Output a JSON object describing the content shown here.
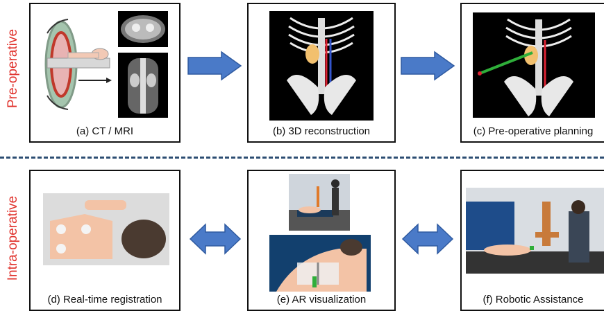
{
  "rows": {
    "pre_label": "Pre-operative",
    "intra_label": "Intra-operative"
  },
  "panels": {
    "a": {
      "caption": "(a) CT / MRI"
    },
    "b": {
      "caption": "(b) 3D reconstruction"
    },
    "c": {
      "caption": "(c) Pre-operative planning"
    },
    "d": {
      "caption": "(d) Real-time registration"
    },
    "e": {
      "caption": "(e) AR visualization"
    },
    "f": {
      "caption": "(f) Robotic Assistance"
    }
  },
  "colors": {
    "label_red": "#e0312b",
    "arrow_blue": "#4a7ac8",
    "divider": "#2c4d72"
  }
}
